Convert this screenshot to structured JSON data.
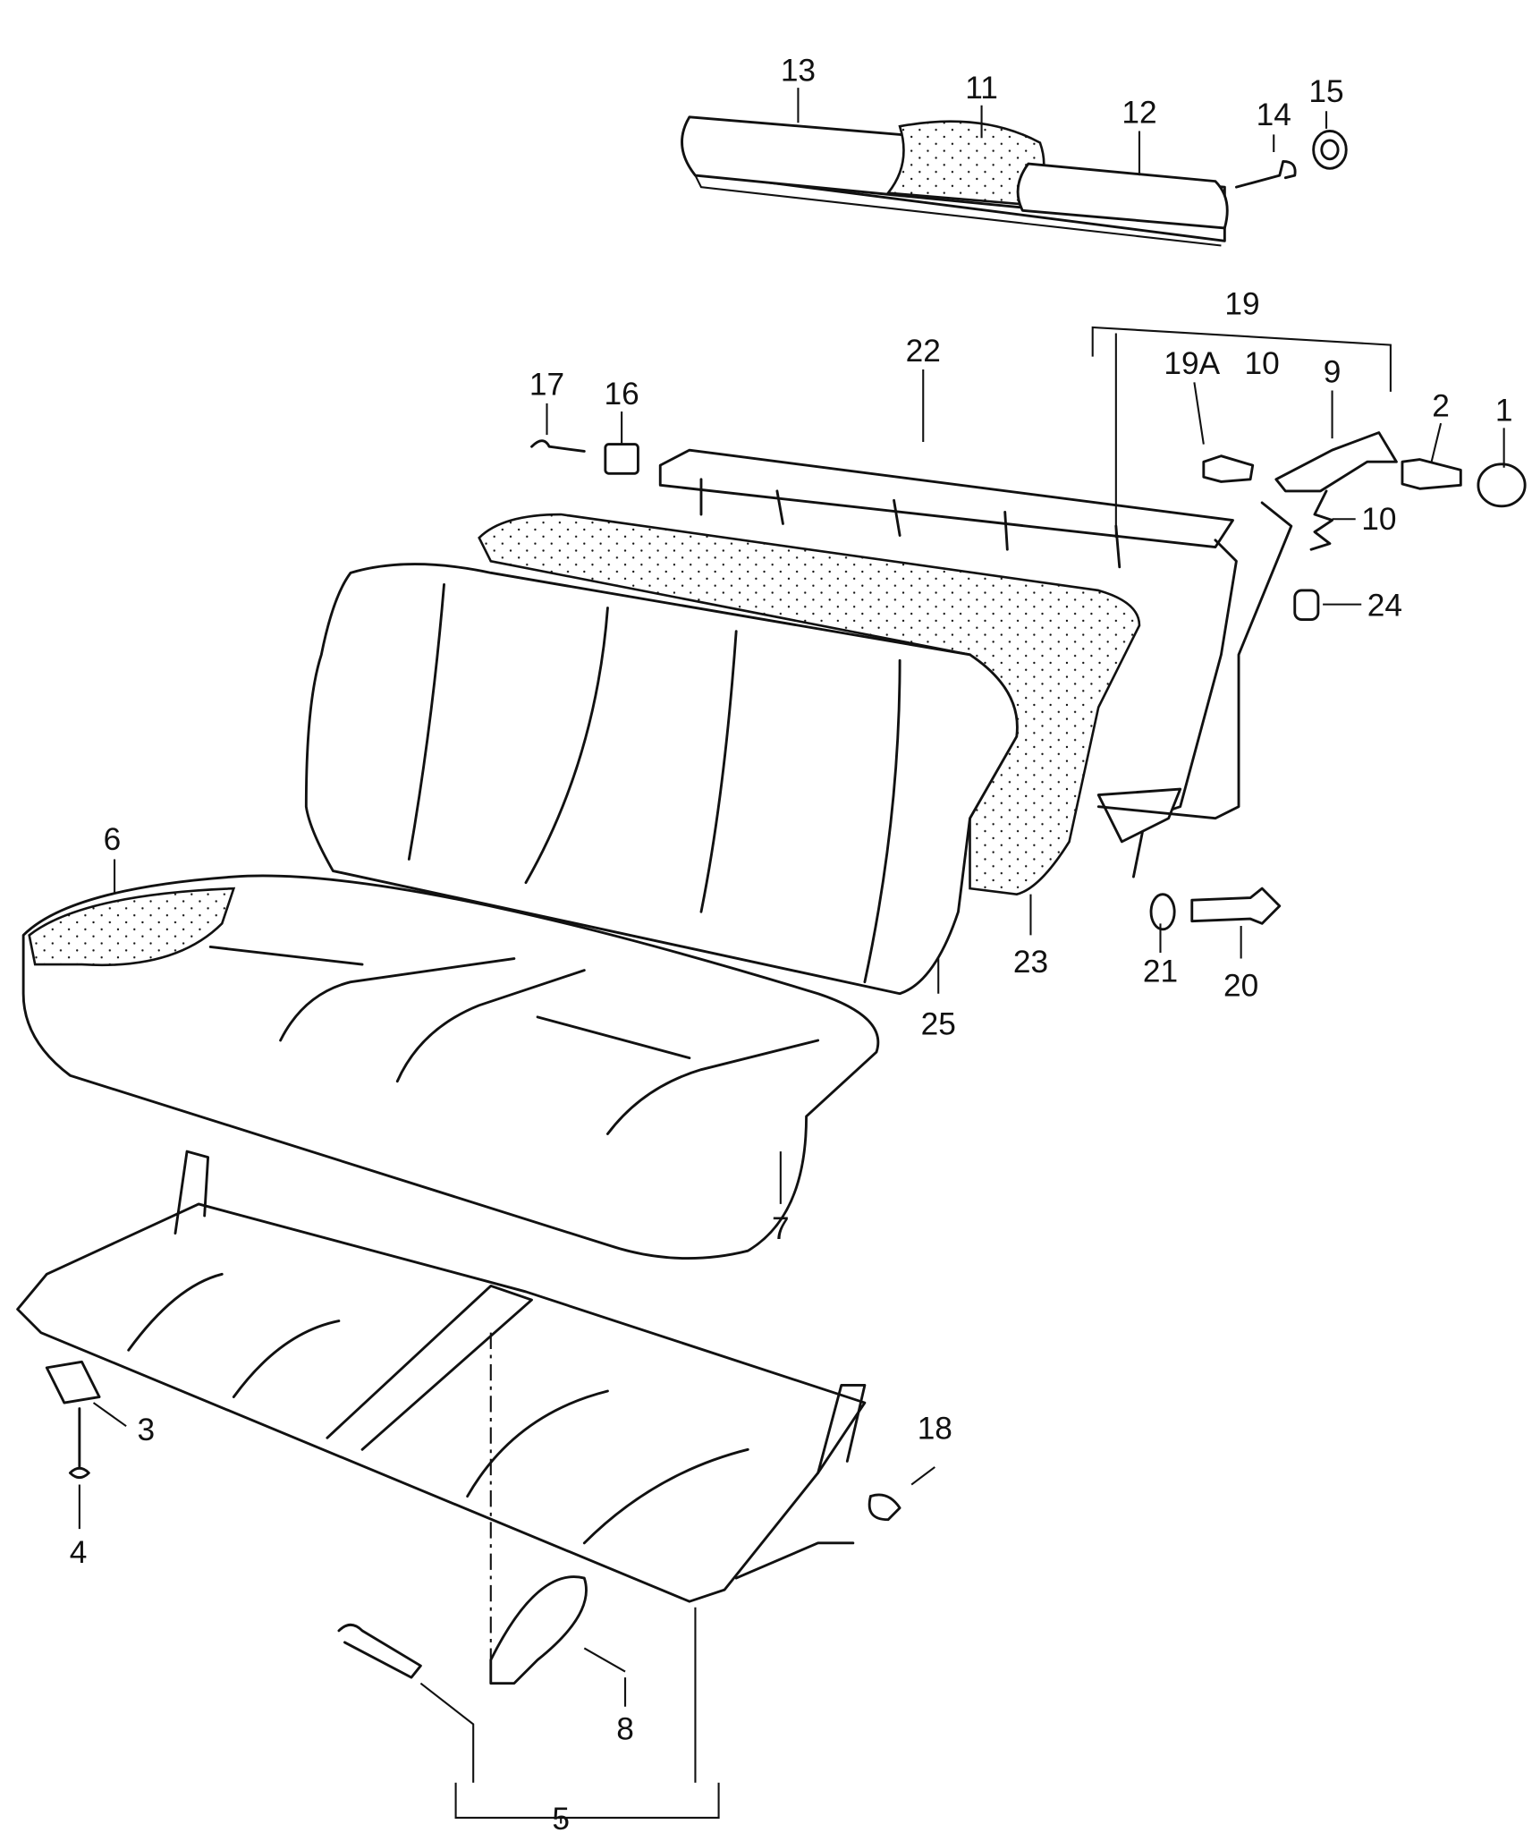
{
  "diagram": {
    "title": "Rear bench seat exploded parts diagram",
    "callouts": {
      "c1": "1",
      "c2": "2",
      "c3": "3",
      "c4": "4",
      "c5": "5",
      "c6": "6",
      "c7": "7",
      "c8": "8",
      "c9": "9",
      "c10a": "10",
      "c10b": "10",
      "c11": "11",
      "c12": "12",
      "c13": "13",
      "c14": "14",
      "c15": "15",
      "c16": "16",
      "c17": "17",
      "c18": "18",
      "c19": "19",
      "c19a": "19A",
      "c20": "20",
      "c21": "21",
      "c22": "22",
      "c23": "23",
      "c24": "24",
      "c25": "25"
    }
  }
}
